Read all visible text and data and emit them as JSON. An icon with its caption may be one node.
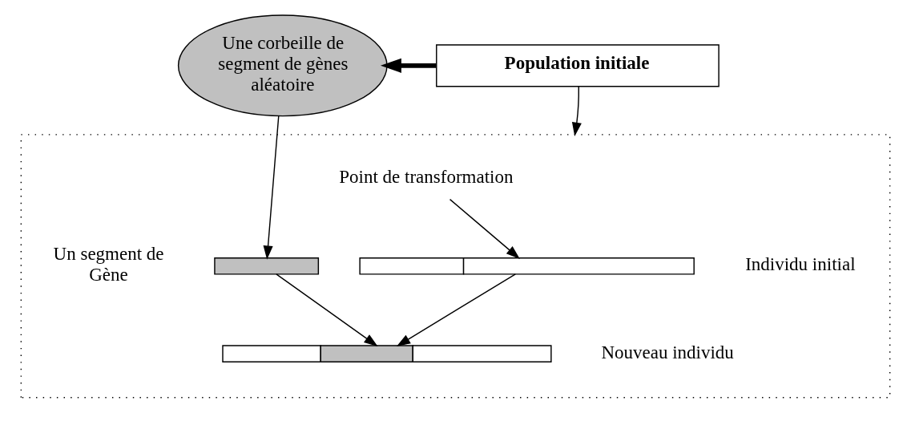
{
  "diagram": {
    "nodes": [
      {
        "text": [
          "Une corbeille de segment de gènes aléatoire"
        ]
      },
      {
        "text": [
          "Population initiale"
        ]
      },
      {
        "text": [],
        "shape": "box"
      },
      {
        "text": [],
        "shape": "bar",
        "in": 2,
        "beside": [
          "Un segment de Gène"
        ]
      },
      {
        "text": [],
        "shape": "bar",
        "in": 2,
        "beside": [
          "Individu initial"
        ]
      },
      {
        "text": [
          "Point de transformation"
        ],
        "in": 2
      },
      {
        "text": [],
        "shape": "bar",
        "in": 2,
        "beside": [
          "Nouveau individu"
        ]
      }
    ],
    "edges": [
      {
        "from": 1,
        "to": 0,
        "arrow": "to",
        "style": "thick"
      },
      {
        "from": 1,
        "to": 2,
        "arrow": "to"
      },
      {
        "from": 0,
        "to": 3,
        "arrow": "to"
      },
      {
        "from": 5,
        "to": 4,
        "arrow": "to"
      },
      {
        "from": 4,
        "to": 6,
        "arrow": "to"
      },
      {
        "from": 3,
        "to": 6,
        "arrow": "to"
      }
    ]
  }
}
